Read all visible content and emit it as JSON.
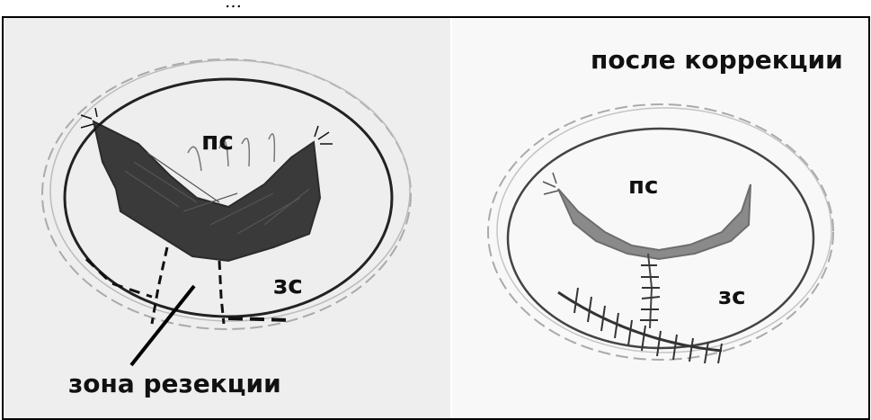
{
  "caption": "…",
  "left_panel": {
    "label_ps": "пс",
    "label_zs": "зс",
    "label_zone": "зона резекции"
  },
  "right_panel": {
    "title": "после коррекции",
    "label_ps": "пс",
    "label_zs": "зс"
  },
  "colors": {
    "ink": "#111111",
    "sketch_gray": "#555555",
    "paper_left": "#eeeeee",
    "paper_right": "#f8f8f8"
  }
}
